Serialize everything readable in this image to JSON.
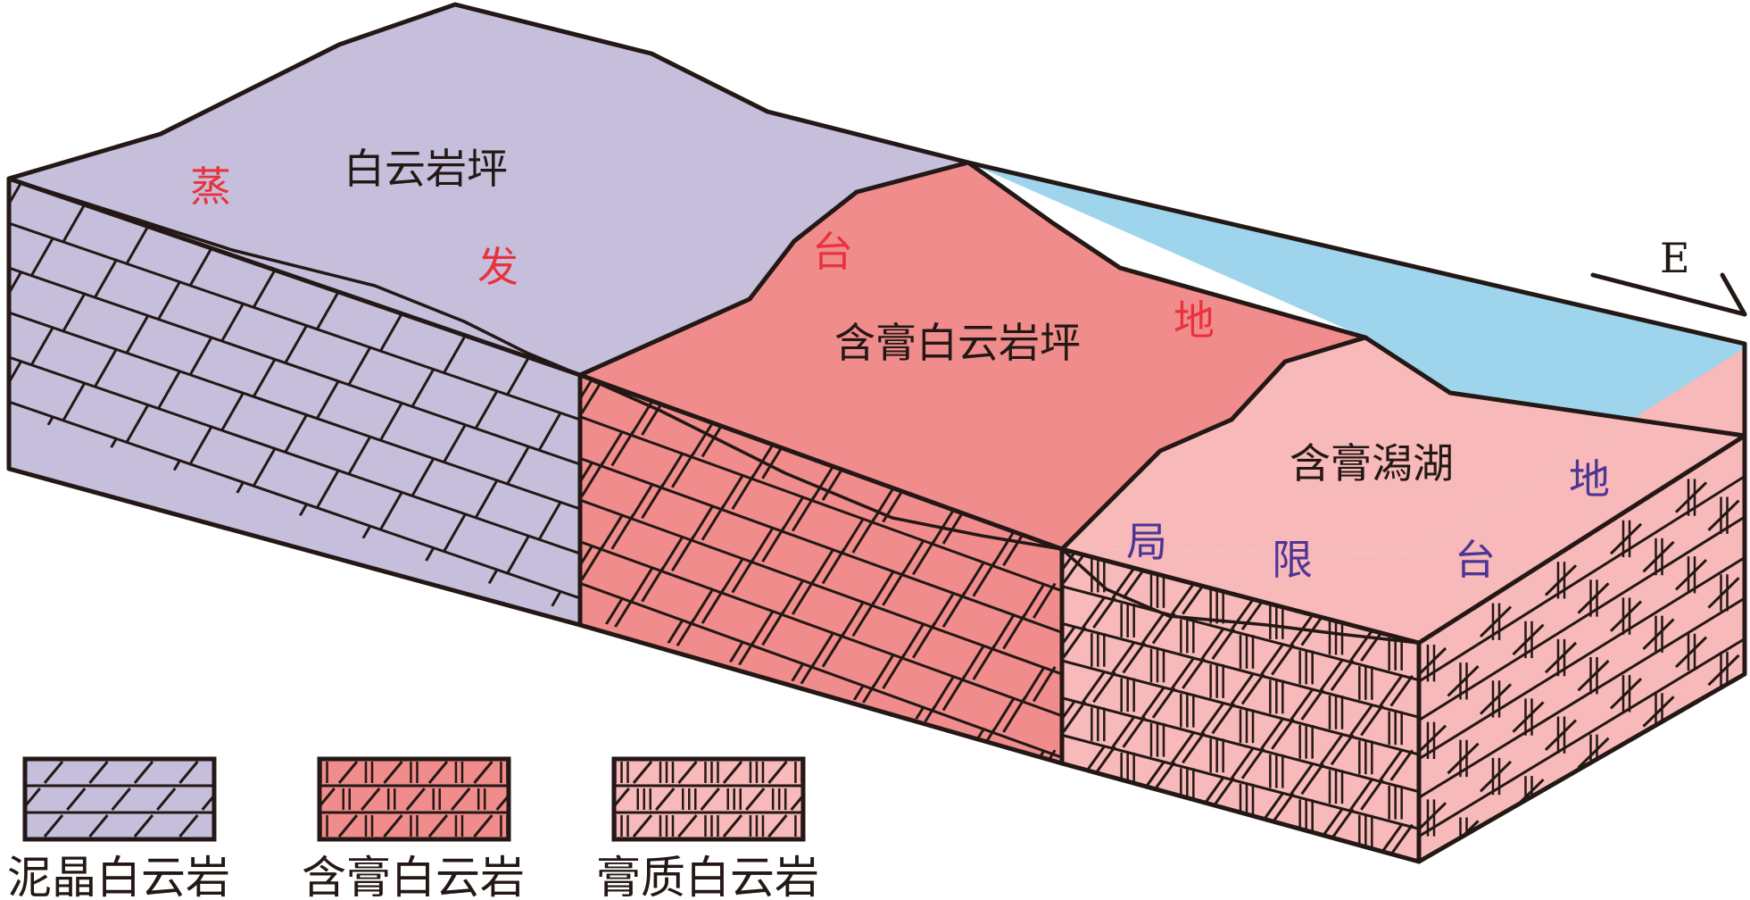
{
  "colors": {
    "micritic": "#c5bfdc",
    "gypsum_dolomite": "#f08c8c",
    "gypseous_dolomite": "#f7b9b9",
    "water": "#9ed4ec",
    "line": "#231815",
    "label_red": "#e8333c",
    "label_purple": "#4d3595"
  },
  "zones": {
    "evaporite_platform": {
      "char1": "蒸",
      "char2": "发",
      "char3": "台",
      "char4": "地"
    },
    "restricted_platform": {
      "char1": "局",
      "char2": "限",
      "char3": "台",
      "char4": "地"
    }
  },
  "facies": {
    "dolomite_flat": "白云岩坪",
    "gypsum_dolomite_flat": "含膏白云岩坪",
    "gypsum_lagoon": "含膏潟湖"
  },
  "direction": "E",
  "legend": [
    {
      "label": "泥晶白云岩",
      "color": "micritic",
      "icon": "brick-pattern-icon"
    },
    {
      "label": "含膏白云岩",
      "color": "gypsum_dolomite",
      "icon": "gypsum-brick-pattern-icon"
    },
    {
      "label": "膏质白云岩",
      "color": "gypseous_dolomite",
      "icon": "gypseous-brick-pattern-icon"
    }
  ]
}
